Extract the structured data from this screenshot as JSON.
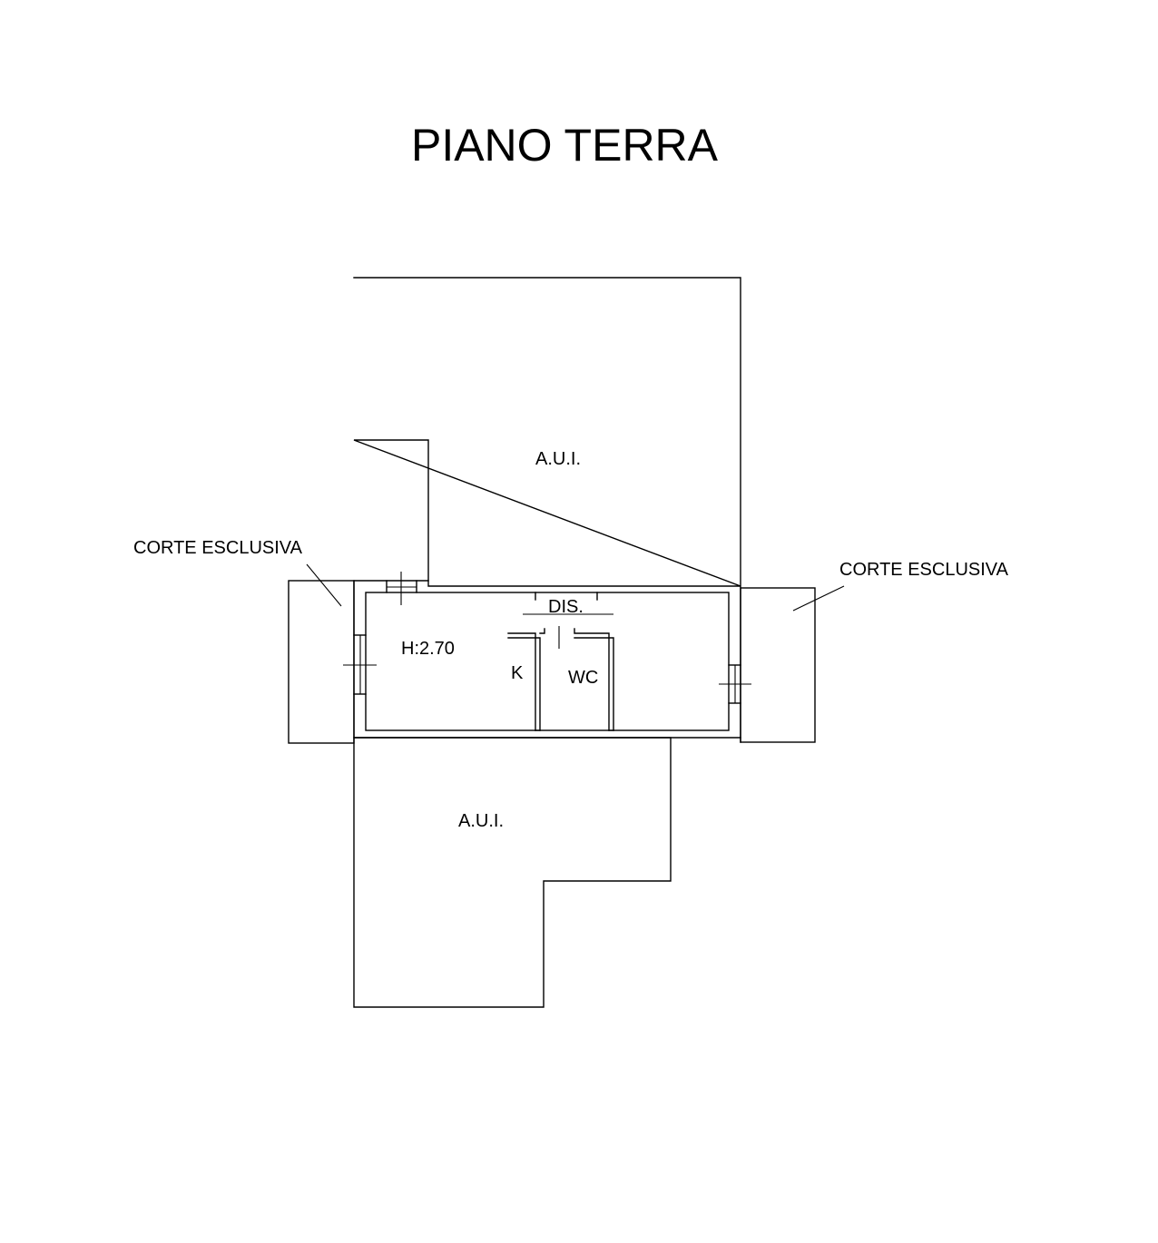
{
  "drawing": {
    "title": "PIANO TERRA",
    "line_color": "#000000",
    "background": "#ffffff"
  },
  "labels": {
    "aui_top": "A.U.I.",
    "aui_bottom": "A.U.I.",
    "corte_left": "CORTE ESCLUSIVA",
    "corte_right": "CORTE ESCLUSIVA",
    "dis": "DIS.",
    "height": "H:2.70",
    "kitchen": "K",
    "wc": "WC"
  }
}
